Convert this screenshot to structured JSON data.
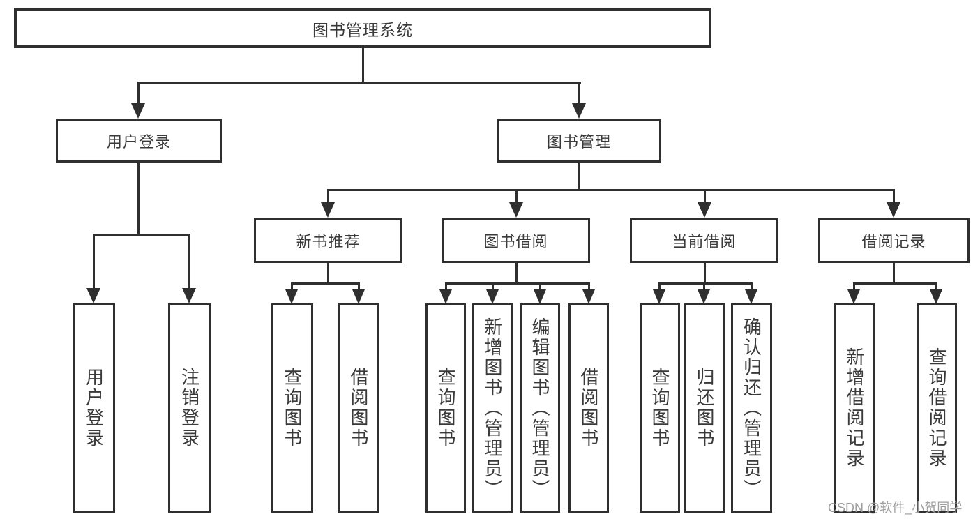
{
  "diagram": {
    "root": {
      "label": "图书管理系统"
    },
    "level2": [
      {
        "label": "用户登录"
      },
      {
        "label": "图书管理"
      }
    ],
    "level3": [
      {
        "label": "新书推荐",
        "parent": "图书管理"
      },
      {
        "label": "图书借阅",
        "parent": "图书管理"
      },
      {
        "label": "当前借阅",
        "parent": "图书管理"
      },
      {
        "label": "借阅记录",
        "parent": "图书管理"
      }
    ],
    "leaves": [
      {
        "label": "用户登录",
        "parent": "用户登录"
      },
      {
        "label": "注销登录",
        "parent": "用户登录"
      },
      {
        "label": "查询图书",
        "parent": "新书推荐"
      },
      {
        "label": "借阅图书",
        "parent": "新书推荐"
      },
      {
        "label": "查询图书",
        "parent": "图书借阅"
      },
      {
        "label": "新增图书（管理员）",
        "parent": "图书借阅"
      },
      {
        "label": "编辑图书（管理员）",
        "parent": "图书借阅"
      },
      {
        "label": "借阅图书",
        "parent": "图书借阅"
      },
      {
        "label": "查询图书",
        "parent": "当前借阅"
      },
      {
        "label": "归还图书",
        "parent": "当前借阅"
      },
      {
        "label": "确认归还（管理员）",
        "parent": "当前借阅"
      },
      {
        "label": "新增借阅记录",
        "parent": "借阅记录"
      },
      {
        "label": "查询借阅记录",
        "parent": "借阅记录"
      }
    ],
    "watermark": "CSDN @软件_小贺同学",
    "colors": {
      "line": "#2f2f2f",
      "text": "#3a3a3a",
      "background": "#ffffff",
      "watermark": "#9e9e9e"
    }
  }
}
